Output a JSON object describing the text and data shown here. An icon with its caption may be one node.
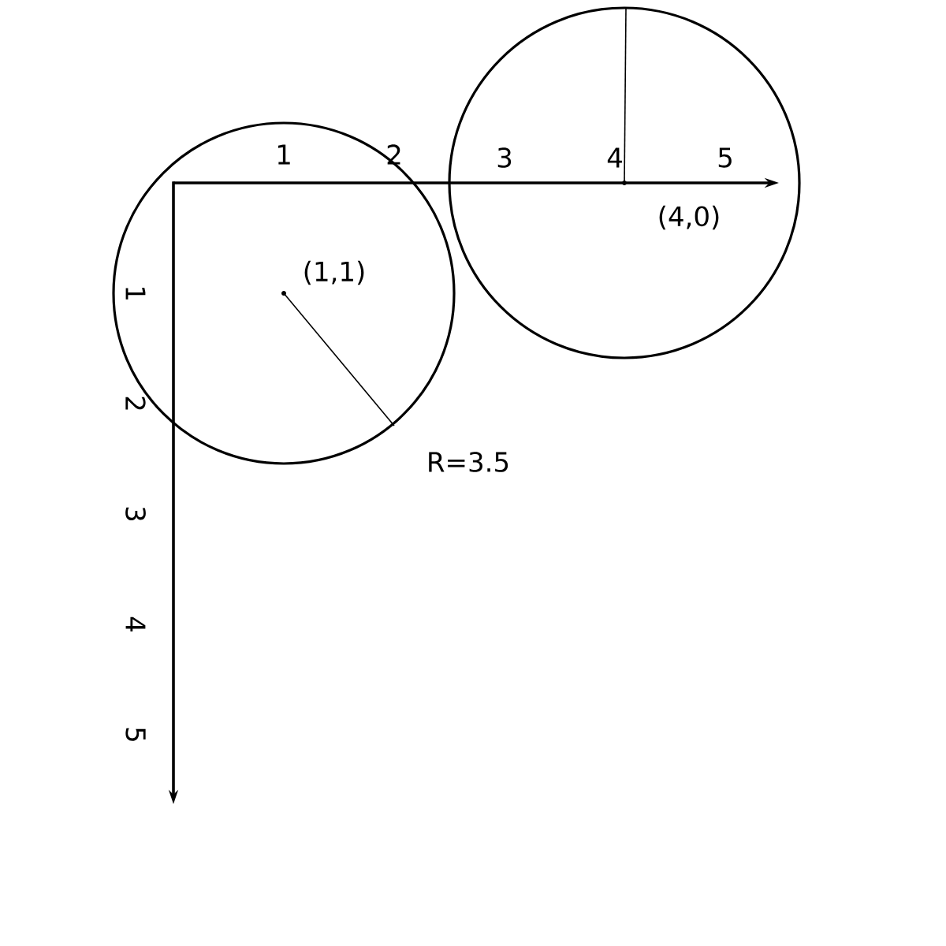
{
  "diagram": {
    "labels": [
      "1",
      "2",
      "3",
      "4",
      "5",
      "(4,0)",
      "(1,1)",
      "R=3.5",
      "1",
      "2",
      "3",
      "4",
      "5"
    ]
  }
}
